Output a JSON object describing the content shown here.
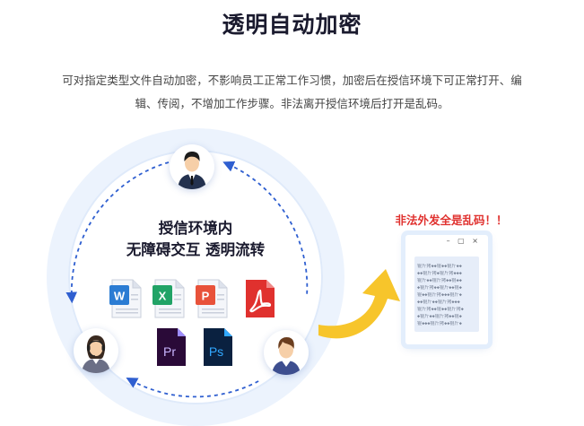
{
  "title": "透明自动加密",
  "description": {
    "line1": "可对指定类型文件自动加密，不影响员工正常工作习惯，加密后在授信环境下可正常打开、编",
    "line2": "辑、传阅，不增加工作步骤。非法离开授信环境后打开是乱码。"
  },
  "center": {
    "line1": "授信环境内",
    "line2": "无障碍交互 透明流转"
  },
  "file_icons": [
    {
      "name": "word-file-icon",
      "letter": "W",
      "color": "#2b7cd3"
    },
    {
      "name": "excel-file-icon",
      "letter": "X",
      "color": "#21a366"
    },
    {
      "name": "powerpoint-file-icon",
      "letter": "P",
      "color": "#e8523a"
    },
    {
      "name": "pdf-file-icon",
      "letter": "",
      "color": "#e0312e"
    },
    {
      "name": "premiere-file-icon",
      "letter": "Pr",
      "color": "#9d8cff"
    },
    {
      "name": "photoshop-file-icon",
      "letter": "Ps",
      "color": "#31a8ff"
    }
  ],
  "warning": "非法外发全是乱码！！",
  "window": {
    "controls": "– ▢ ×",
    "garbled_lines": [
      "锟斤拷◆◆锟◆◆锟斤◆◆",
      "◆◆锟斤拷◆锟斤拷◆◆◆",
      "锟斤◆◆锟斤拷◆◆锟◆◆",
      "◆锟斤拷◆◆锟斤◆◆锟◆",
      "锟◆◆锟斤拷◆◆◆锟斤◆",
      "◆◆锟斤◆◆锟斤拷◆◆◆",
      "锟斤拷◆◆锟◆◆锟斤拷◆",
      "◆锟斤◆◆锟斤拷◆◆锟◆",
      "锟◆◆◆锟斤拷◆◆锟斤◆"
    ]
  },
  "colors": {
    "accent_blue": "#2f5fd0",
    "warning_red": "#e0322f",
    "arrow_yellow": "#f7c52b"
  }
}
